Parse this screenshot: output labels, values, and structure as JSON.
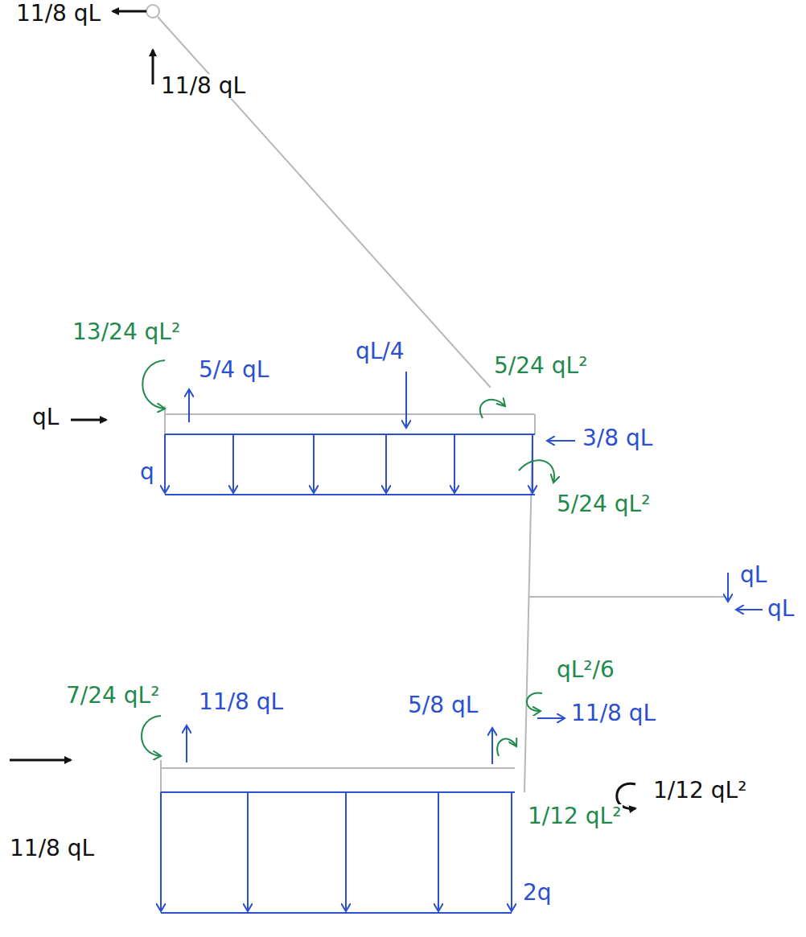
{
  "diagram": {
    "labels": [
      "11/8 qL",
      "11/8 qL",
      "13/24 qL²",
      "5/4 qL",
      "qL/4",
      "5/24 qL²",
      "qL",
      "q",
      "3/8 qL",
      "5/24 qL²",
      "qL",
      "qL",
      "qL²/6",
      "7/24 qL²",
      "11/8 qL",
      "5/8 qL",
      "11/8 qL",
      "1/12 qL²",
      "1/12 qL²",
      "11/8 qL",
      "2q"
    ]
  }
}
